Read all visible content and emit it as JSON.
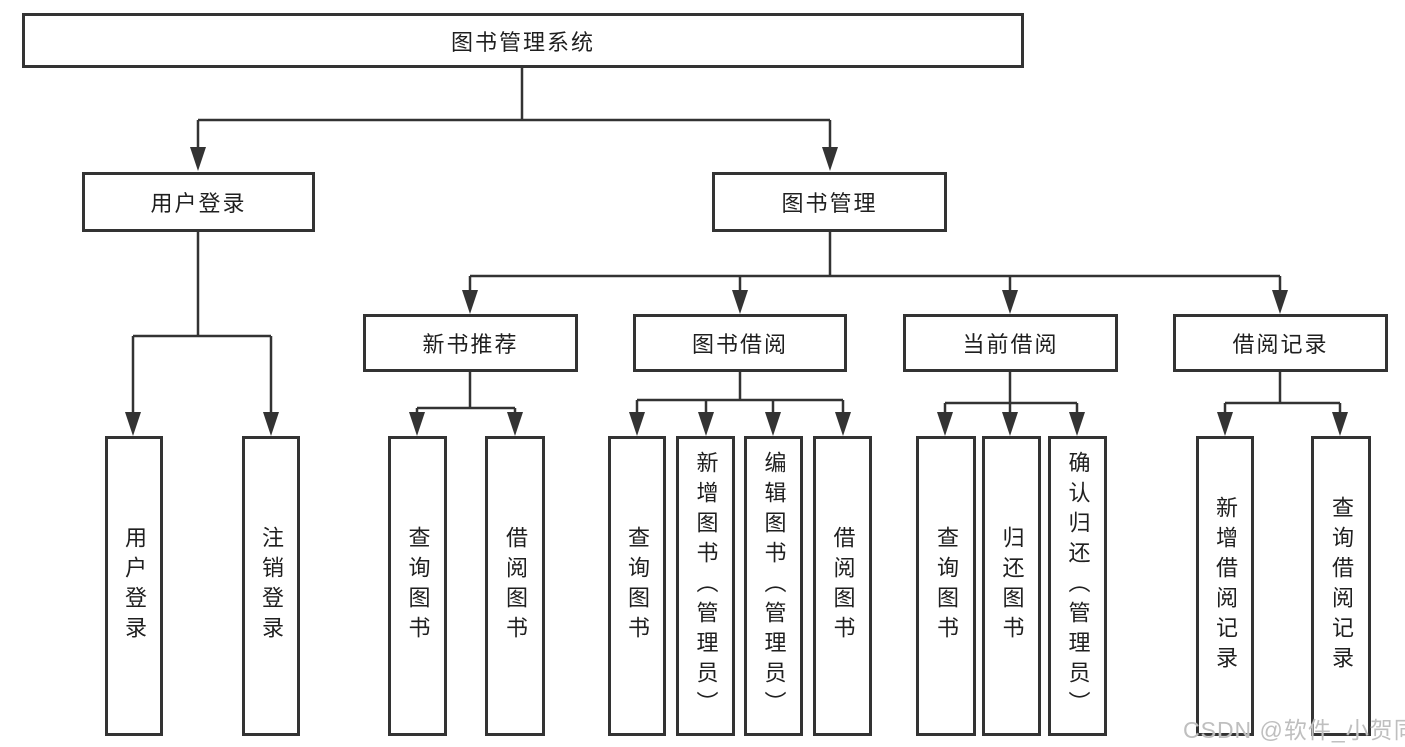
{
  "diagram_type": "tree-structure-chart",
  "nodes": {
    "root": "图书管理系统",
    "user_login": "用户登录",
    "book_management": "图书管理",
    "new_book_recommend": "新书推荐",
    "book_borrowing": "图书借阅",
    "current_borrowing": "当前借阅",
    "borrowing_records": "借阅记录",
    "leaf_user_login": "用户登录",
    "leaf_logout": "注销登录",
    "leaf_query_books_1": "查询图书",
    "leaf_borrow_books_1": "借阅图书",
    "leaf_query_books_2": "查询图书",
    "leaf_add_book_admin": "新增图书（管理员）",
    "leaf_edit_book_admin": "编辑图书（管理员）",
    "leaf_borrow_books_2": "借阅图书",
    "leaf_query_books_3": "查询图书",
    "leaf_return_book": "归还图书",
    "leaf_confirm_return_admin": "确认归还（管理员）",
    "leaf_add_borrow_record": "新增借阅记录",
    "leaf_query_borrow_record": "查询借阅记录"
  },
  "watermark": "CSDN @软件_小贺同学",
  "colors": {
    "line": "#333333",
    "text": "#1f1f1f",
    "background": "#ffffff",
    "watermark": "#bfbfbf"
  }
}
